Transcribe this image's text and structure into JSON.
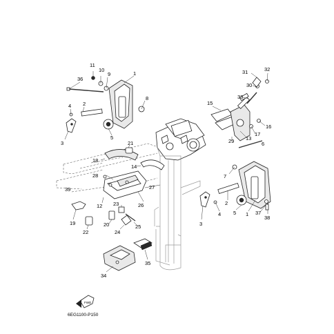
{
  "diagram": {
    "code": "6EG1100-P150",
    "fwd_label": "FWD",
    "callouts": [
      {
        "id": "c1",
        "text": "1"
      },
      {
        "id": "c2",
        "text": "2"
      },
      {
        "id": "c3",
        "text": "3"
      },
      {
        "id": "c4",
        "text": "4"
      },
      {
        "id": "c5",
        "text": "5"
      },
      {
        "id": "c8",
        "text": "8"
      },
      {
        "id": "c9",
        "text": "9"
      },
      {
        "id": "c10",
        "text": "10"
      },
      {
        "id": "c11",
        "text": "11"
      },
      {
        "id": "c36",
        "text": "36"
      },
      {
        "id": "c15",
        "text": "15"
      },
      {
        "id": "c31",
        "text": "31"
      },
      {
        "id": "c32",
        "text": "32"
      },
      {
        "id": "c30",
        "text": "30"
      },
      {
        "id": "c33",
        "text": "33"
      },
      {
        "id": "c16",
        "text": "16"
      },
      {
        "id": "c17",
        "text": "17"
      },
      {
        "id": "c13",
        "text": "13"
      },
      {
        "id": "c29",
        "text": "29"
      },
      {
        "id": "c6",
        "text": "6"
      },
      {
        "id": "c21",
        "text": "21"
      },
      {
        "id": "c18",
        "text": "18"
      },
      {
        "id": "c14",
        "text": "14"
      },
      {
        "id": "c28",
        "text": "28"
      },
      {
        "id": "c39",
        "text": "39"
      },
      {
        "id": "c27",
        "text": "27"
      },
      {
        "id": "c26",
        "text": "26"
      },
      {
        "id": "c12",
        "text": "12"
      },
      {
        "id": "c23",
        "text": "23"
      },
      {
        "id": "c24",
        "text": "24"
      },
      {
        "id": "c25",
        "text": "25"
      },
      {
        "id": "c20",
        "text": "20"
      },
      {
        "id": "c19",
        "text": "19"
      },
      {
        "id": "c22",
        "text": "22"
      },
      {
        "id": "c7",
        "text": "7"
      },
      {
        "id": "c2b",
        "text": "2"
      },
      {
        "id": "c4b",
        "text": "4"
      },
      {
        "id": "c3b",
        "text": "3"
      },
      {
        "id": "c5b",
        "text": "5"
      },
      {
        "id": "c1b",
        "text": "1"
      },
      {
        "id": "c37",
        "text": "37"
      },
      {
        "id": "c38",
        "text": "38"
      },
      {
        "id": "c35",
        "text": "35"
      },
      {
        "id": "c34",
        "text": "34"
      }
    ]
  }
}
